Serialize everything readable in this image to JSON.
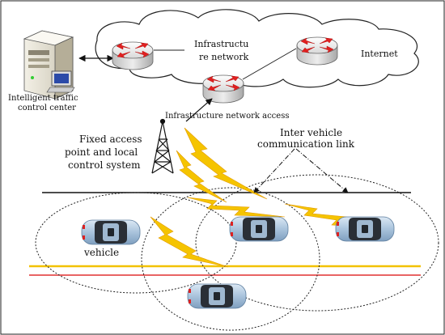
{
  "labels": {
    "control_center_line1": "Intelligent traffic",
    "control_center_line2": "control center",
    "infra_network_line1": "Infrastructu",
    "infra_network_line2": "re network",
    "internet": "Internet",
    "infra_access": "Infrastructure network access",
    "fixed_access_line1": "Fixed access",
    "fixed_access_line2": "point and local",
    "fixed_access_line3": "control system",
    "inter_vehicle_line1": "Inter vehicle",
    "inter_vehicle_line2": "communication link",
    "vehicle": "vehicle"
  },
  "colors": {
    "lightning": "#f5c400",
    "lightning_edge": "#e29a00",
    "lane_yellow": "#f2c200",
    "lane_red": "#e03030",
    "car_body": "#b8cfe6",
    "router_body": "#dcdcdc",
    "router_arrows": "#e02020"
  }
}
